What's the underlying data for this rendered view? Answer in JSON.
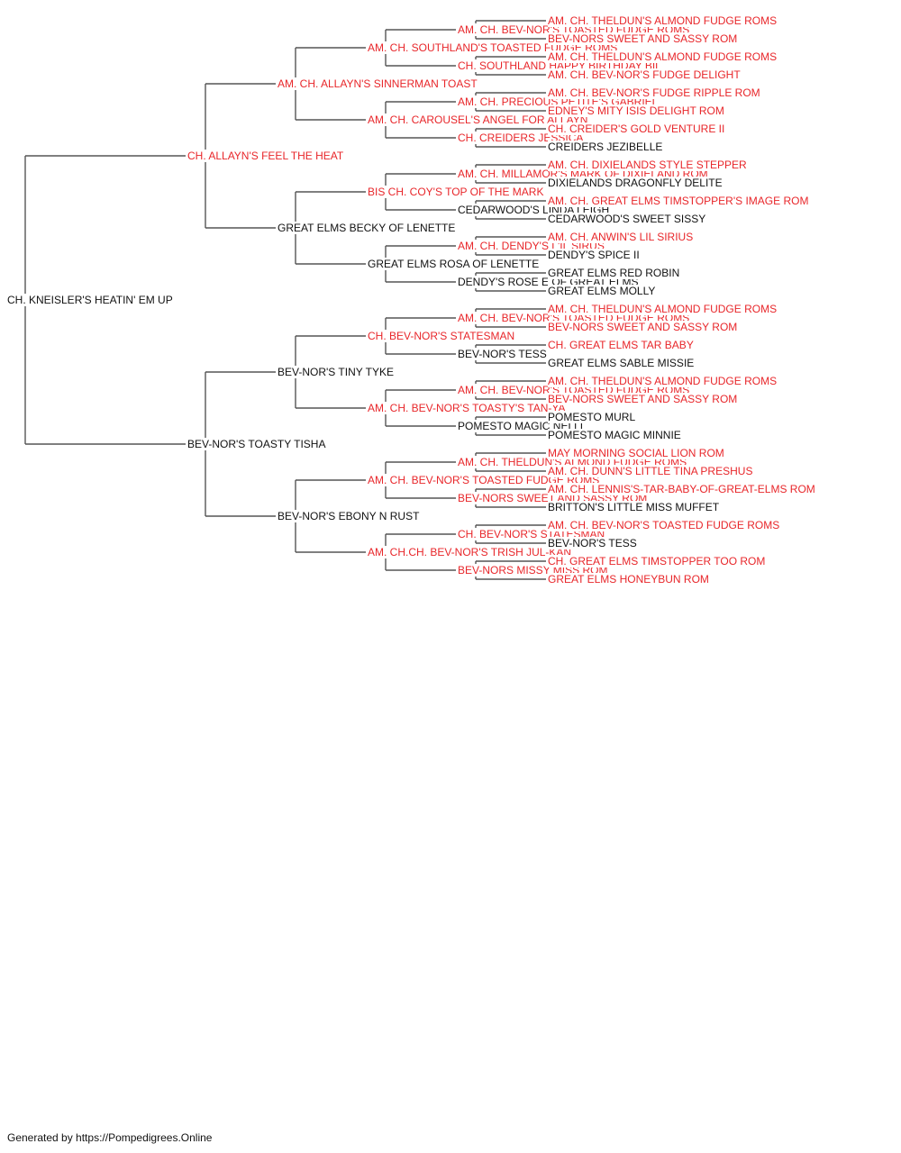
{
  "pedigree": {
    "name": "CH. KNEISLER'S HEATIN' EM UP",
    "sire": {
      "name": "CH. ALLAYN'S FEEL THE HEAT",
      "champ": true,
      "sire": {
        "name": "AM. CH. ALLAYN'S SINNERMAN TOAST",
        "champ": true,
        "sire": {
          "name": "AM. CH. SOUTHLAND'S TOASTED FUDGE ROMS",
          "champ": true,
          "sire": {
            "name": "AM. CH. BEV-NOR'S TOASTED FUDGE ROMS",
            "champ": true,
            "sire": {
              "name": "AM. CH. THELDUN'S ALMOND FUDGE ROMS",
              "champ": true
            },
            "dam": {
              "name": "BEV-NORS SWEET AND SASSY ROM",
              "champ": true
            }
          },
          "dam": {
            "name": "CH. SOUTHLAND HAPPY BIRTHDAY BIL",
            "champ": true,
            "sire": {
              "name": "AM. CH. THELDUN'S ALMOND FUDGE ROMS",
              "champ": true
            },
            "dam": {
              "name": "AM. CH. BEV-NOR'S FUDGE DELIGHT",
              "champ": true
            }
          }
        },
        "dam": {
          "name": "AM. CH. CAROUSEL'S ANGEL FOR ALLAYN",
          "champ": true,
          "sire": {
            "name": "AM. CH. PRECIOUS PETITE'S GABRIEL",
            "champ": true,
            "sire": {
              "name": "AM. CH. BEV-NOR'S FUDGE RIPPLE ROM",
              "champ": true
            },
            "dam": {
              "name": "EDNEY'S MITY ISIS DELIGHT ROM",
              "champ": true
            }
          },
          "dam": {
            "name": "CH. CREIDERS JESSICA",
            "champ": true,
            "sire": {
              "name": "CH. CREIDER'S GOLD VENTURE II",
              "champ": true
            },
            "dam": {
              "name": "CREIDERS JEZIBELLE",
              "champ": false
            }
          }
        }
      },
      "dam": {
        "name": "GREAT ELMS BECKY OF LENETTE",
        "champ": false,
        "sire": {
          "name": "BIS CH. COY'S TOP OF THE MARK",
          "champ": true,
          "sire": {
            "name": "AM. CH. MILLAMOR'S MARK OF DIXIELAND ROM",
            "champ": true,
            "sire": {
              "name": "AM. CH. DIXIELANDS STYLE STEPPER",
              "champ": true
            },
            "dam": {
              "name": "DIXIELANDS DRAGONFLY DELITE",
              "champ": false
            }
          },
          "dam": {
            "name": "CEDARWOOD'S LINDA LEIGH",
            "champ": false,
            "sire": {
              "name": "AM. CH. GREAT ELMS TIMSTOPPER'S IMAGE ROM",
              "champ": true
            },
            "dam": {
              "name": "CEDARWOOD'S SWEET SISSY",
              "champ": false
            }
          }
        },
        "dam": {
          "name": "GREAT ELMS ROSA OF LENETTE",
          "champ": false,
          "sire": {
            "name": "AM. CH. DENDY'S L'IL SIRUS",
            "champ": true,
            "sire": {
              "name": "AM. CH. ANWIN'S LIL SIRIUS",
              "champ": true
            },
            "dam": {
              "name": "DENDY'S SPICE II",
              "champ": false
            }
          },
          "dam": {
            "name": "DENDY'S ROSE E OF GREAT ELMS",
            "champ": false,
            "sire": {
              "name": "GREAT ELMS RED ROBIN",
              "champ": false
            },
            "dam": {
              "name": "GREAT ELMS MOLLY",
              "champ": false
            }
          }
        }
      }
    },
    "dam": {
      "name": "BEV-NOR'S TOASTY TISHA",
      "champ": false,
      "sire": {
        "name": "BEV-NOR'S TINY TYKE",
        "champ": false,
        "sire": {
          "name": "CH. BEV-NOR'S STATESMAN",
          "champ": true,
          "sire": {
            "name": "AM. CH. BEV-NOR'S TOASTED FUDGE ROMS",
            "champ": true,
            "sire": {
              "name": "AM. CH. THELDUN'S ALMOND FUDGE ROMS",
              "champ": true
            },
            "dam": {
              "name": "BEV-NORS SWEET AND SASSY ROM",
              "champ": true
            }
          },
          "dam": {
            "name": "BEV-NOR'S TESS",
            "champ": false,
            "sire": {
              "name": "CH. GREAT ELMS TAR BABY",
              "champ": true
            },
            "dam": {
              "name": "GREAT ELMS SABLE MISSIE",
              "champ": false
            }
          }
        },
        "dam": {
          "name": "AM. CH. BEV-NOR'S TOASTY'S TAN-YA",
          "champ": true,
          "sire": {
            "name": "AM. CH. BEV-NOR'S TOASTED FUDGE ROMS",
            "champ": true,
            "sire": {
              "name": "AM. CH. THELDUN'S ALMOND FUDGE ROMS",
              "champ": true
            },
            "dam": {
              "name": "BEV-NORS SWEET AND SASSY ROM",
              "champ": true
            }
          },
          "dam": {
            "name": "POMESTO MAGIC NELLI",
            "champ": false,
            "sire": {
              "name": "POMESTO MURL",
              "champ": false
            },
            "dam": {
              "name": "POMESTO MAGIC MINNIE",
              "champ": false
            }
          }
        }
      },
      "dam": {
        "name": "BEV-NOR'S EBONY N RUST",
        "champ": false,
        "sire": {
          "name": "AM. CH. BEV-NOR'S TOASTED FUDGE ROMS",
          "champ": true,
          "sire": {
            "name": "AM. CH. THELDUN'S ALMOND FUDGE ROMS",
            "champ": true,
            "sire": {
              "name": "MAY MORNING SOCIAL LION ROM",
              "champ": true
            },
            "dam": {
              "name": "AM. CH. DUNN'S LITTLE TINA PRESHUS",
              "champ": true
            }
          },
          "dam": {
            "name": "BEV-NORS SWEET AND SASSY ROM",
            "champ": true,
            "sire": {
              "name": "AM. CH. LENNIS'S-TAR-BABY-OF-GREAT-ELMS ROM",
              "champ": true
            },
            "dam": {
              "name": "BRITTON'S LITTLE MISS MUFFET",
              "champ": false
            }
          }
        },
        "dam": {
          "name": "AM. CH.CH. BEV-NOR'S TRISH JUL-KAN",
          "champ": true,
          "sire": {
            "name": "CH. BEV-NOR'S STATESMAN",
            "champ": true,
            "sire": {
              "name": "AM. CH. BEV-NOR'S TOASTED FUDGE ROMS",
              "champ": true
            },
            "dam": {
              "name": "BEV-NOR'S TESS",
              "champ": false
            }
          },
          "dam": {
            "name": "BEV-NORS MISSY MISS ROM",
            "champ": true,
            "sire": {
              "name": "CH. GREAT ELMS TIMSTOPPER TOO ROM",
              "champ": true
            },
            "dam": {
              "name": "GREAT ELMS HONEYBUN ROM",
              "champ": true
            }
          }
        }
      }
    }
  },
  "colors": {
    "champion": "#e8262a",
    "regular": "#111111",
    "connector": "#555555"
  },
  "footer": "Generated by https://Pompedigrees.Online"
}
